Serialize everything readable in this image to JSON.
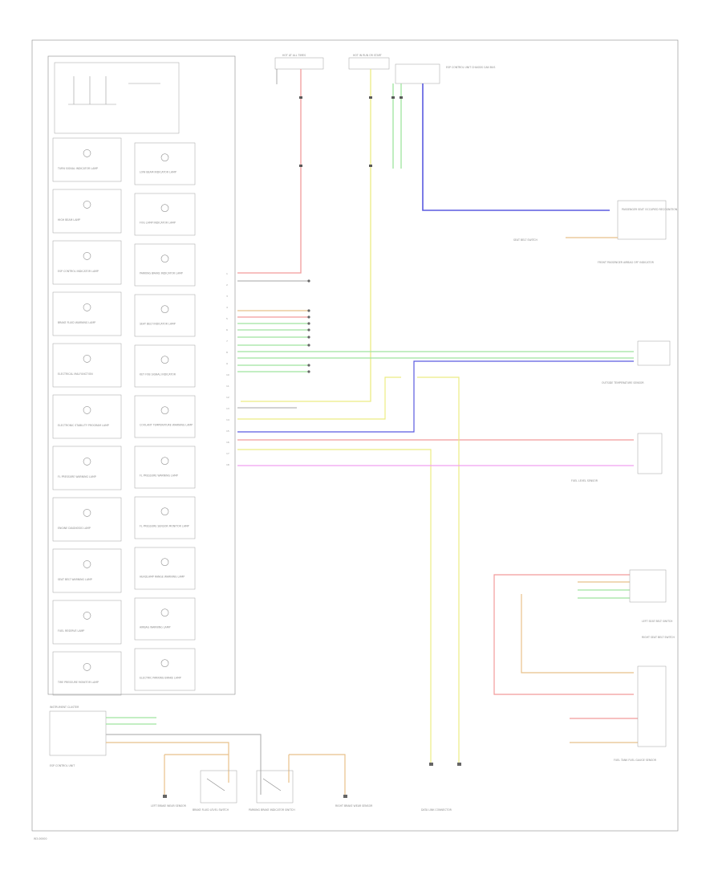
{
  "footer_code": "W3-00000",
  "wire_colors": {
    "red": "#f29b9b",
    "yellow": "#ecec84",
    "blue": "#5a5ae0",
    "green": "#9fe49f",
    "pink": "#f0a0f0",
    "orange": "#e8c08a",
    "gray": "#b8b8b8",
    "dark": "#666666"
  },
  "top_sources": [
    {
      "label": "HOT AT ALL TIMES"
    },
    {
      "label": "HOT IN RUN OR START"
    },
    {
      "label": "ESP CONTROL UNIT CHASSIS CAN BUS"
    }
  ],
  "cluster": {
    "title": "INSTRUMENT CLUSTER",
    "lamps_left": [
      "TURN SIGNAL INDICATOR LAMP",
      "HIGH BEAM LAMP",
      "ESP CONTROL INDICATOR LAMP",
      "BRAKE FLUID WARNING LAMP",
      "ELECTRICAL MALFUNCTION",
      "ELECTRONIC STABILITY PROGRAM LAMP",
      "FL PRESSURE WARNING LAMP",
      "ENGINE DIAGNOSIS LAMP",
      "SEAT BELT WARNING LAMP",
      "FUEL RESERVE LAMP",
      "TIRE PRESSURE MONITOR LAMP"
    ],
    "lamps_right": [
      "LOW BEAM INDICATOR LAMP",
      "FOG LAMP INDICATOR LAMP",
      "PARKING BRAKE INDICATOR LAMP",
      "SEAT BELT INDICATOR LAMP",
      "KEY FOB SIGNAL INDICATOR",
      "COOLANT TEMPERATURE WARNING LAMP",
      "FL PRESSURE WARNING LAMP",
      "FL PRESSURE SENSOR MONITOR LAMP",
      "HEADLAMP RANGE WARNING LAMP",
      "AIRBAG WARNING LAMP",
      "ELECTRIC PARKING BRAKE LAMP"
    ]
  },
  "connector_pins": [
    "1",
    "2",
    "3",
    "4",
    "5",
    "6",
    "7",
    "8",
    "9",
    "10",
    "11",
    "12",
    "13",
    "14",
    "15",
    "16",
    "17",
    "18"
  ],
  "right_components": [
    {
      "label": "PASSENGER SEAT OCCUPIED RECOGNITION"
    },
    {
      "label": "SEAT BELT SWITCH"
    },
    {
      "label": "FRONT PASSENGER AIRBAG OFF INDICATOR"
    },
    {
      "label": "OUTSIDE TEMPERATURE SENSOR"
    },
    {
      "label": "FUEL LEVEL SENSOR"
    },
    {
      "label": "LEFT SEAT BELT SWITCH"
    },
    {
      "label": "RIGHT SEAT BELT SWITCH"
    },
    {
      "label": "FUEL TANK FUEL GAUGE SENSOR"
    }
  ],
  "bottom_components": [
    {
      "label": "LEFT BRAKE WEAR SENSOR"
    },
    {
      "label": "BRAKE FLUID LEVEL SWITCH"
    },
    {
      "label": "PARKING BRAKE INDICATOR SWITCH"
    },
    {
      "label": "RIGHT BRAKE WEAR SENSOR"
    },
    {
      "label": "ESP CONTROL UNIT"
    },
    {
      "label": "DATA LINK CONNECTOR"
    }
  ]
}
